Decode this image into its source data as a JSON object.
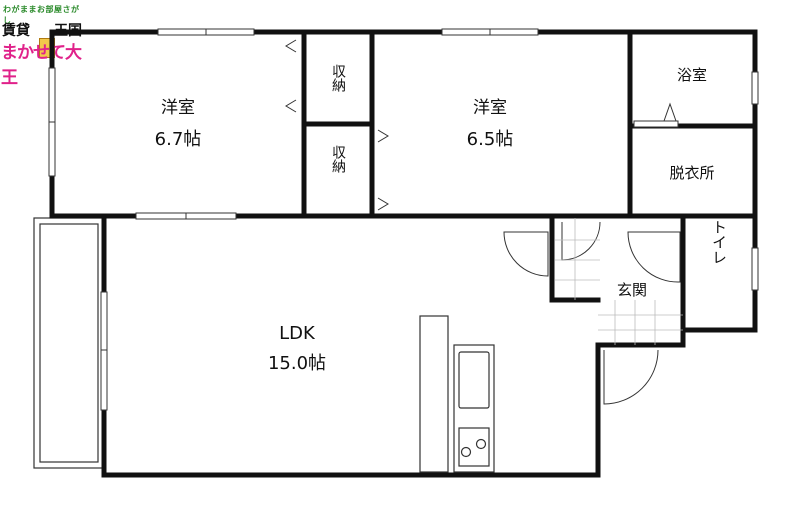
{
  "logo": {
    "tagline": "わがままお部屋さがし",
    "line1_left": "賃貸",
    "line1_right": "王国",
    "line2": "まかせて大王"
  },
  "rooms": {
    "western1_name": "洋室",
    "western1_size": "6.7帖",
    "storage_upper": "収納",
    "storage_lower": "収納",
    "western2_name": "洋室",
    "western2_size": "6.5帖",
    "bathroom": "浴室",
    "dressing": "脱衣所",
    "entrance": "玄関",
    "toilet": "トイレ",
    "ldk_name": "LDK",
    "ldk_size": "15.0帖"
  }
}
